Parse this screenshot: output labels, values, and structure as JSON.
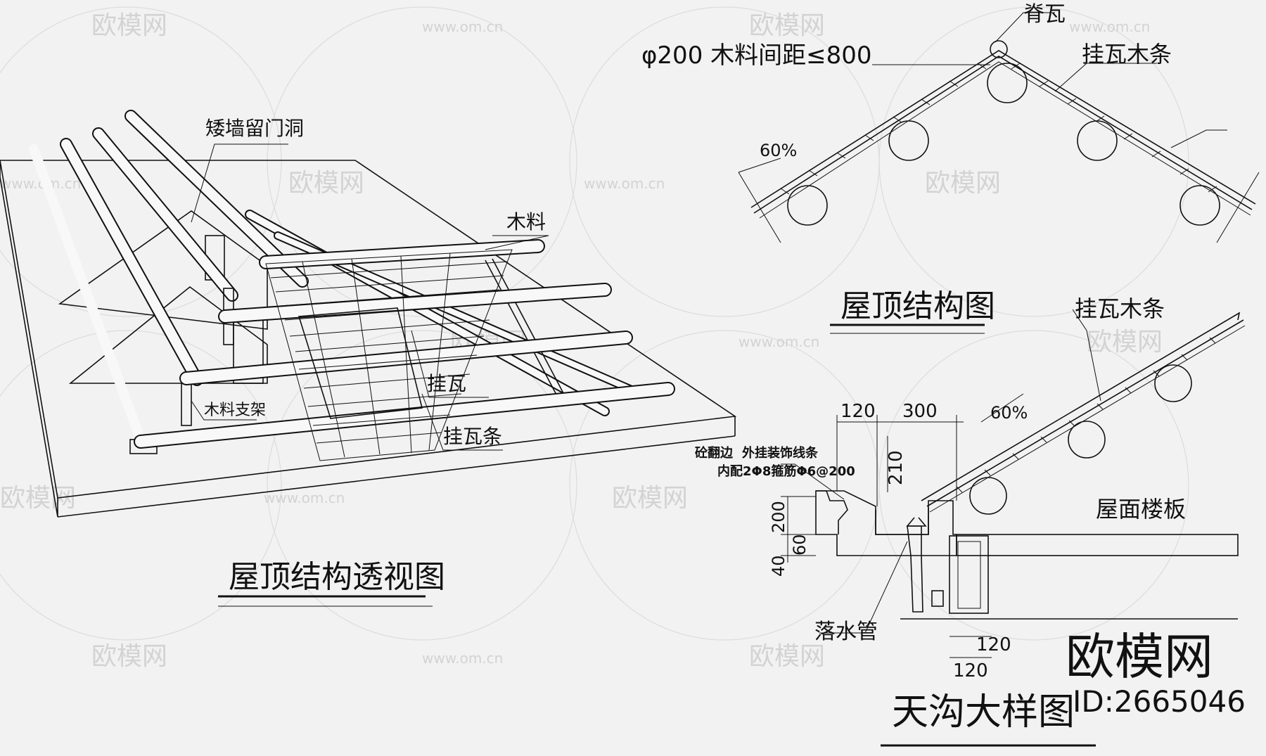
{
  "watermarks": {
    "brand": "欧模网",
    "url": "www.om.cn"
  },
  "perspective": {
    "title": "屋顶结构透视图",
    "label_dwarf_wall": "矮墙留门洞",
    "label_timber": "木料",
    "label_tile": "挂瓦",
    "label_timber_frame": "木料支架",
    "label_batten": "挂瓦条"
  },
  "roof_section": {
    "title": "屋顶结构图",
    "label_ridge_tile": "脊瓦",
    "label_timber_spacing": "φ200 木料间距≤800",
    "label_tile_batten": "挂瓦木条",
    "slope": "60%"
  },
  "gutter_detail": {
    "title": "天沟大样图",
    "label_tile_batten": "挂瓦木条",
    "slope": "60%",
    "label_roof_slab": "屋面楼板",
    "label_downpipe": "落水管",
    "label_concrete_edge": "砼翻边",
    "label_decor_strip": "外挂装饰线条",
    "label_rebar": "内配2Φ8箍筋Φ6@200",
    "dim_120_top": "120",
    "dim_300": "300",
    "dim_210": "210",
    "dim_200": "200",
    "dim_60": "60",
    "dim_40": "40",
    "dim_120_bottom_a": "120",
    "dim_120_bottom_b": "120"
  },
  "brand_mark": {
    "logo": "欧模网",
    "id": "ID:2665046"
  },
  "colors": {
    "background": "#f2f2f2",
    "ink": "#111111",
    "watermark": "#d3d3d3"
  }
}
